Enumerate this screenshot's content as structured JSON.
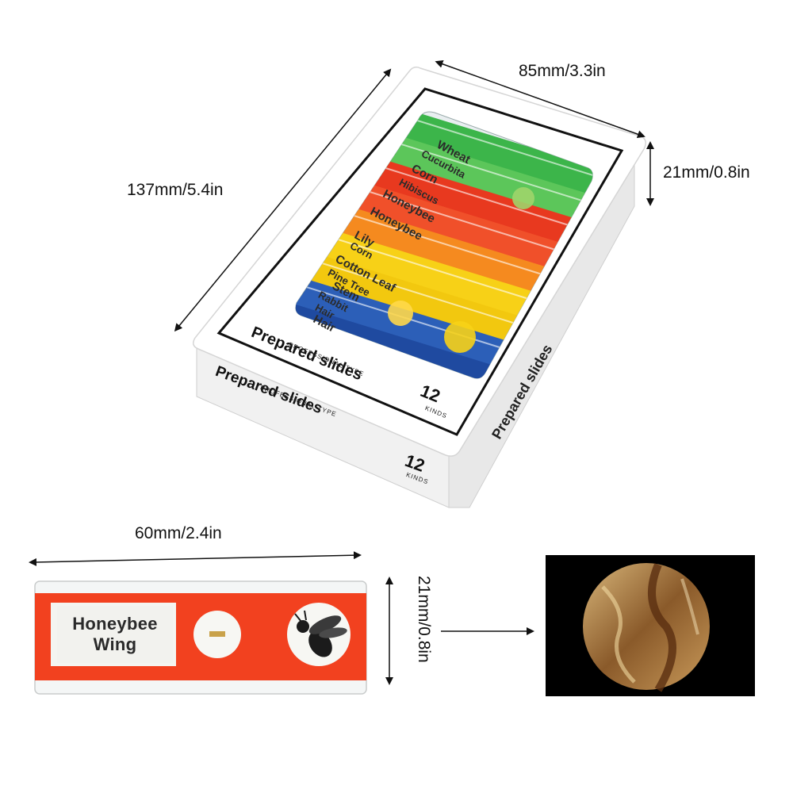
{
  "dimensions": {
    "box_length": "137mm/5.4in",
    "box_width": "85mm/3.3in",
    "box_height": "21mm/0.8in",
    "slide_length": "60mm/2.4in",
    "slide_width": "21mm/0.8in"
  },
  "box": {
    "brand": "Prepared slides",
    "subtitle": "PROFESSIONAL TYPE",
    "count": "12",
    "count_unit": "KINDS",
    "slide_names": [
      "Wheat",
      "Cucurbita",
      "Corn",
      "Hibiscus",
      "Honeybee",
      "Honeybee",
      "Lily",
      "Corn",
      "Cotton Leaf",
      "Pine Tree",
      "Stem",
      "Rabbit",
      "Hair",
      "Hair"
    ]
  },
  "slide": {
    "label_line1": "Honeybee",
    "label_line2": "Wing",
    "color": "#f2411f"
  },
  "microscope_view": {
    "description_icon": "microscope-view-icon"
  },
  "colors": {
    "green": "#3cb54a",
    "red": "#e8391f",
    "orange": "#f58a1f",
    "yellow": "#f7d117",
    "blue": "#2c5fb8"
  }
}
